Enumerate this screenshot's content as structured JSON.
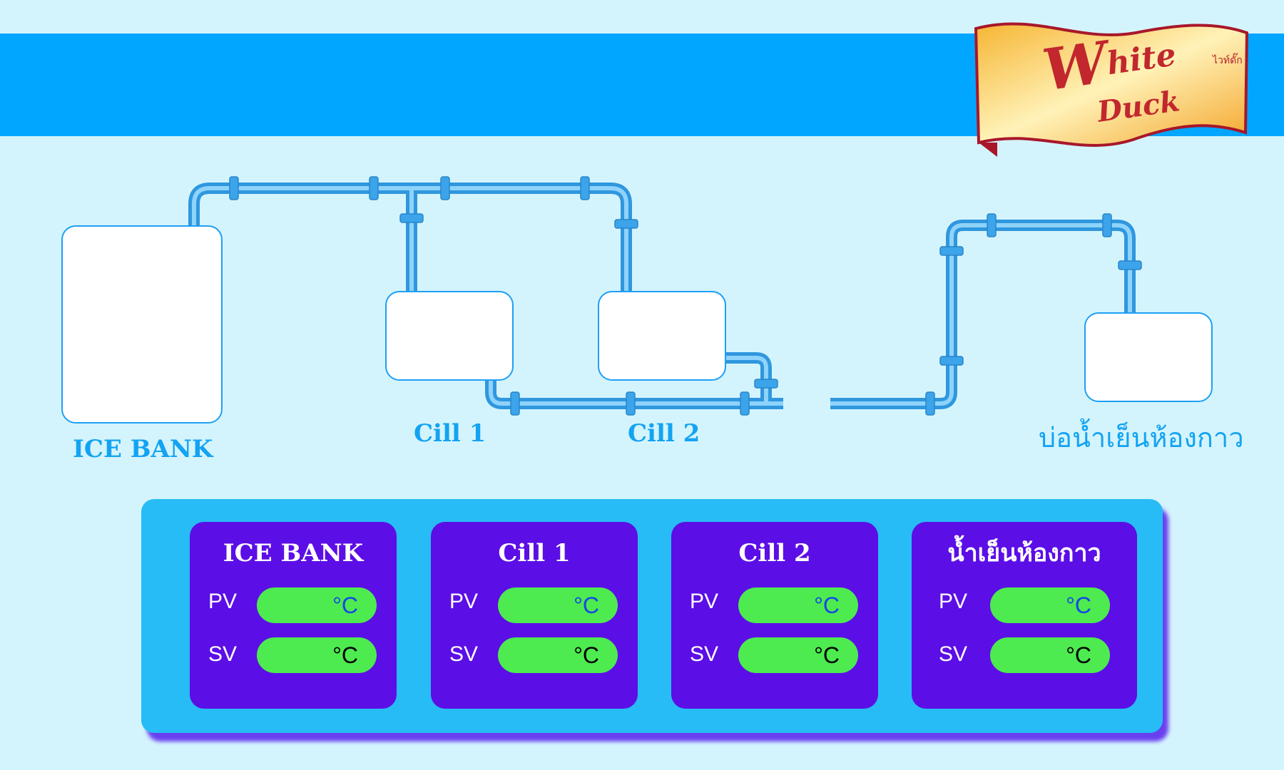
{
  "brand": {
    "logo_word_initial": "W",
    "logo_word_rest": "hite",
    "logo_word_line2": "Duck",
    "logo_thai": "ไวท์ดั๊ก"
  },
  "colors": {
    "background": "#d4f4fd",
    "banner": "#00a6ff",
    "pipe": "#4fb3f4",
    "tank_border": "#1e9ff5",
    "label": "#13a3f2",
    "panel": "#27bcf6",
    "card": "#5c0ee6",
    "pill": "#4deb4f",
    "pv_unit": "#1747e6",
    "sv_unit": "#000000"
  },
  "tanks": [
    {
      "label": "ICE BANK"
    },
    {
      "label": "Cill 1"
    },
    {
      "label": "Cill 2"
    },
    {
      "label": "บ่อน้ำเย็นห้องกาว"
    }
  ],
  "cards": [
    {
      "title": "ICE BANK",
      "pv_label": "PV",
      "pv_value": "°C",
      "sv_label": "SV",
      "sv_value": "°C"
    },
    {
      "title": "Cill 1",
      "pv_label": "PV",
      "pv_value": "°C",
      "sv_label": "SV",
      "sv_value": "°C"
    },
    {
      "title": "Cill 2",
      "pv_label": "PV",
      "pv_value": "°C",
      "sv_label": "SV",
      "sv_value": "°C"
    },
    {
      "title": "น้ำเย็นห้องกาว",
      "pv_label": "PV",
      "pv_value": "°C",
      "sv_label": "SV",
      "sv_value": "°C"
    }
  ]
}
